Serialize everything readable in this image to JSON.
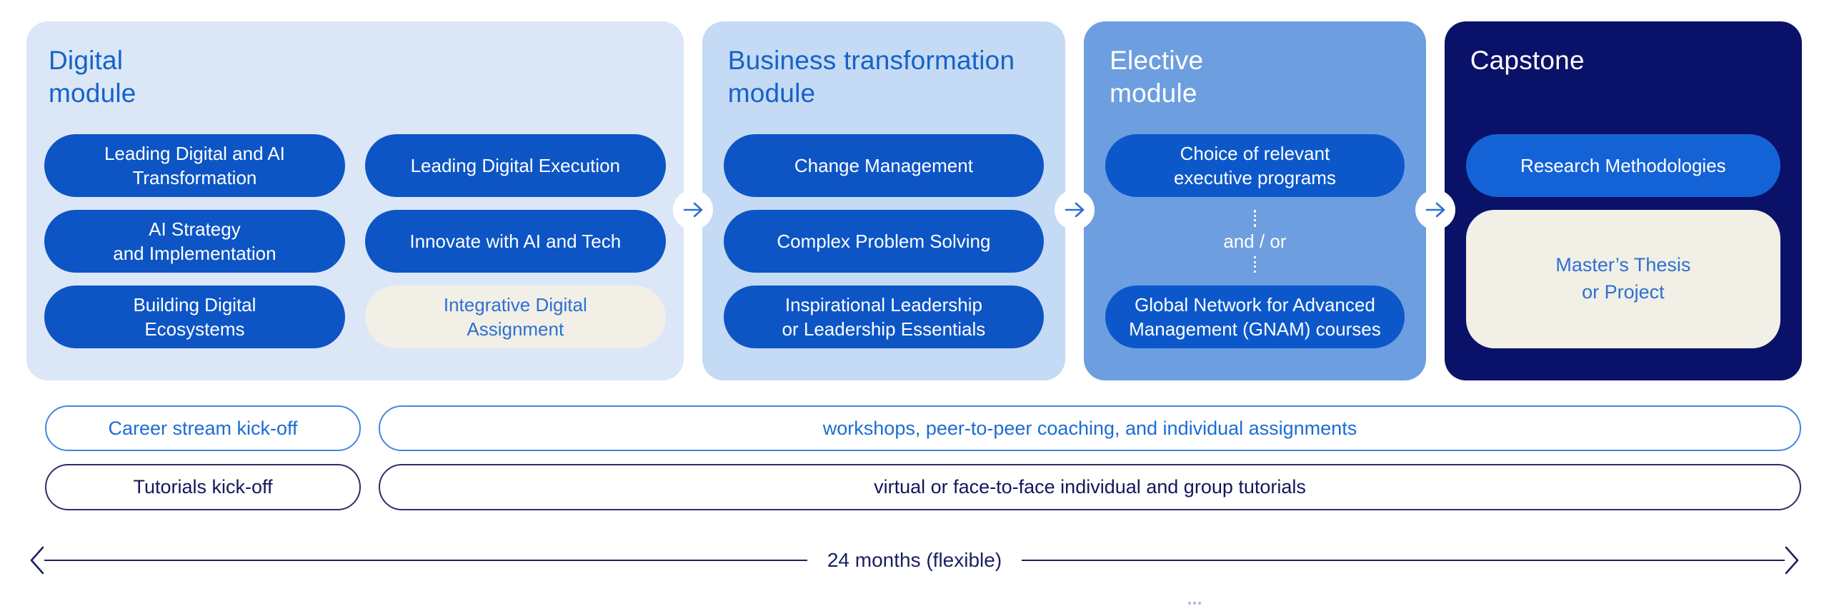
{
  "colors": {
    "panel_light": "#dbe7f7",
    "panel_medium_light": "#c5daf4",
    "panel_medium": "#6d9edf",
    "panel_navy": "#0a1168",
    "pill_blue": "#0d55c5",
    "pill_blue_bright": "#1463d6",
    "pill_cream": "#f1efe6",
    "title_blue": "#1562c9",
    "text_blue_on_cream": "#2e6fd2",
    "outline_blue": "#4386de",
    "outline_navy": "#2b2e66",
    "timeline_navy": "#1d2162",
    "arrow_glyph_blue": "#2f6fd0",
    "white": "#ffffff"
  },
  "modules": [
    {
      "title": "Digital\nmodule",
      "pills": [
        {
          "label": "Leading Digital and AI\nTransformation",
          "style": "solid"
        },
        {
          "label": "Leading Digital Execution",
          "style": "solid"
        },
        {
          "label": "AI Strategy\nand Implementation",
          "style": "solid"
        },
        {
          "label": "Innovate with AI and Tech",
          "style": "solid"
        },
        {
          "label": "Building Digital\nEcosystems",
          "style": "solid"
        },
        {
          "label": "Integrative Digital\nAssignment",
          "style": "cream"
        }
      ]
    },
    {
      "title": "Business transformation\nmodule",
      "pills": [
        {
          "label": "Change Management",
          "style": "solid"
        },
        {
          "label": "Complex Problem Solving",
          "style": "solid"
        },
        {
          "label": "Inspirational Leadership\nor Leadership Essentials",
          "style": "solid"
        }
      ]
    },
    {
      "title": "Elective\nmodule",
      "connector_label": "and / or",
      "pills": [
        {
          "label": "Choice of relevant\nexecutive programs",
          "style": "solid"
        },
        {
          "label": "Global Network for Advanced\nManagement (GNAM) courses",
          "style": "solid"
        }
      ]
    },
    {
      "title": "Capstone",
      "pills": [
        {
          "label": "Research Methodologies",
          "style": "solid"
        }
      ],
      "thesis_box": "Master’s Thesis\nor Project"
    }
  ],
  "support_rows": [
    {
      "kickoff": "Career stream kick-off",
      "description": "workshops, peer-to-peer coaching, and individual assignments",
      "theme": "blue"
    },
    {
      "kickoff": "Tutorials kick-off",
      "description": "virtual or face-to-face individual and group tutorials",
      "theme": "navy"
    }
  ],
  "timeline": {
    "label": "24 months (flexible)"
  }
}
